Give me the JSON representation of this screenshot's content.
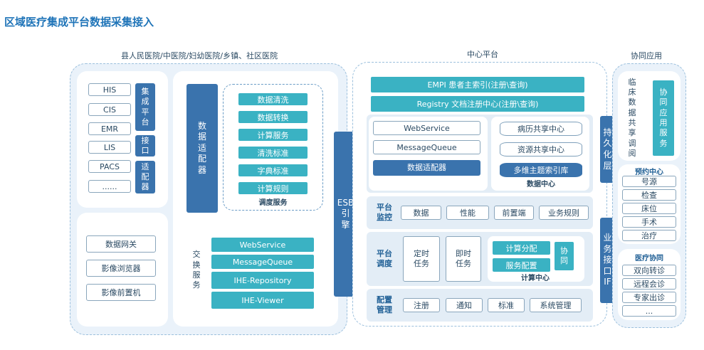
{
  "page_title": "区域医疗集成平台数据采集接入",
  "sections": {
    "left": "县人民医院/中医院/妇幼医院/乡镇、社区医院",
    "center": "中心平台",
    "right": "协同应用"
  },
  "left": {
    "systems": [
      "HIS",
      "CIS",
      "EMR",
      "LIS",
      "PACS",
      "......"
    ],
    "integration_platform": "集成平台",
    "interface": "接口",
    "adapter": "适配器",
    "bottom_items": [
      "数据网关",
      "影像浏览器",
      "影像前置机"
    ],
    "data_adapter": "数据适配器",
    "dispatch_items": [
      "数据清洗",
      "数据转换",
      "计算服务",
      "清洗标准",
      "字典标准",
      "计算规则"
    ],
    "dispatch_label": "调度服务",
    "exchange_label": "交换服务",
    "exchange_items": [
      "WebService",
      "MessageQueue",
      "IHE-Repository",
      "IHE-Viewer"
    ]
  },
  "esb": "ESB引擎",
  "center": {
    "empi": "EMPI 患者主索引(注册\\查询)",
    "registry": "Registry 文档注册中心(注册\\查询)",
    "services": [
      "WebService",
      "MessageQueue"
    ],
    "data_adapter": "数据适配器",
    "db_items": [
      "病历共享中心",
      "资源共享中心",
      "多维主题索引库"
    ],
    "db_label": "数据中心",
    "monitor": {
      "label": "平台监控",
      "items": [
        "数据",
        "性能",
        "前置端",
        "业务规则"
      ]
    },
    "schedule": {
      "label": "平台调度",
      "timed": "定时任务",
      "instant": "即时任务",
      "compute_dist": "计算分配",
      "service_config": "服务配置",
      "collab": "协同",
      "compute_center": "计算中心"
    },
    "config": {
      "label": "配置管理",
      "items": [
        "注册",
        "通知",
        "标准",
        "系统管理"
      ]
    }
  },
  "persistence": "持久化层",
  "business_if": "业务接口IF",
  "right": {
    "clinical_share": "临床数据共享调阅",
    "collab_service": "协同应用服务",
    "booking": {
      "title": "预约中心",
      "items": [
        "号源",
        "检查",
        "床位",
        "手术",
        "治疗"
      ]
    },
    "medical": {
      "title": "医疗协同",
      "items": [
        "双向转诊",
        "远程会诊",
        "专家出诊",
        "..."
      ]
    }
  }
}
